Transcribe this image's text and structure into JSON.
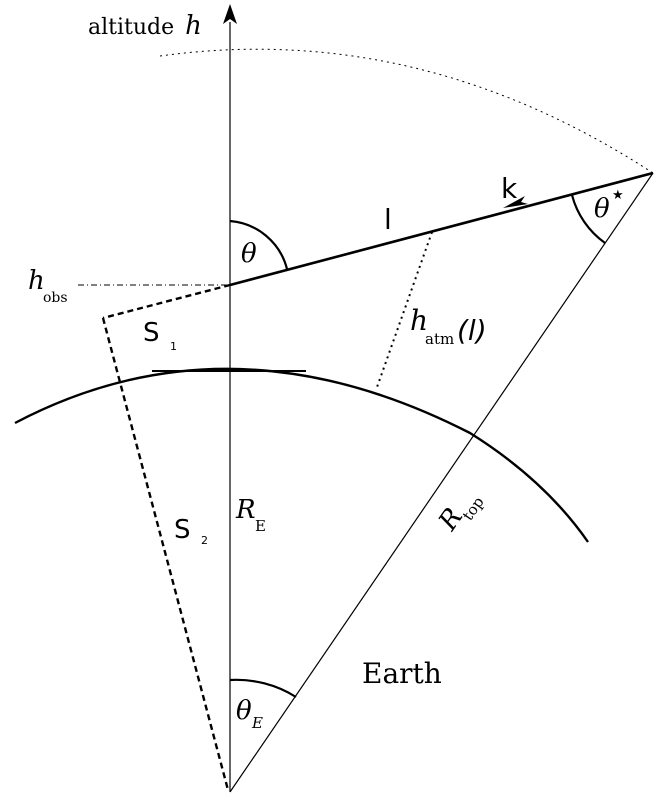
{
  "labels": {
    "altitude_word": "altitude",
    "altitude_symbol": "h",
    "h_obs_main": "h",
    "h_obs_sub": "obs",
    "theta": "θ",
    "theta_star": "θ",
    "theta_star_sup": "★",
    "theta_E_main": "θ",
    "theta_E_sub": "E",
    "l": "l",
    "k": "k",
    "h_atm_main": "h",
    "h_atm_sub": "atm",
    "h_atm_arg": "(l)",
    "S1_main": "S",
    "S1_sub": "1",
    "S2_main": "S",
    "S2_sub": "2",
    "R_E_main": "R",
    "R_E_sub": "E",
    "R_top_main": "R",
    "R_top_sub": "top",
    "earth": "Earth"
  }
}
